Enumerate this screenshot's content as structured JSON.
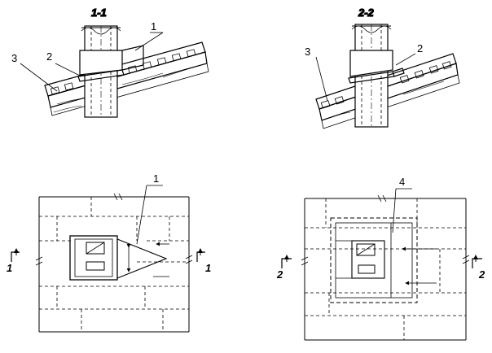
{
  "section_titles": [
    "1-1",
    "2-2"
  ],
  "callouts": {
    "s1": [
      "1",
      "2",
      "3"
    ],
    "s2": [
      "2",
      "3"
    ],
    "p1": [
      "1"
    ],
    "p2": [
      "4"
    ]
  },
  "section_marks": {
    "p1_left": "1",
    "p1_right": "1",
    "p2_left": "2",
    "p2_right": "2"
  }
}
